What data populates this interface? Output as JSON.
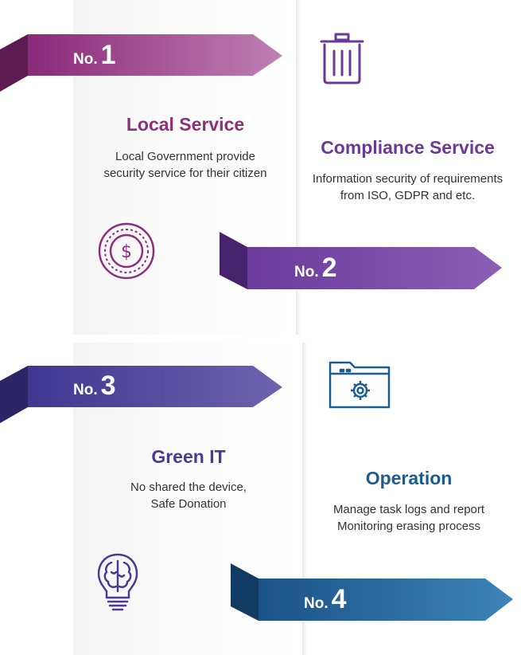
{
  "items": [
    {
      "no": "No.",
      "num": "1",
      "title": "Local Service",
      "desc": [
        "Local Government provide",
        "security service for their citizen"
      ],
      "icon": "dollar-coin-icon",
      "color": "#8e2f7a"
    },
    {
      "no": "No.",
      "num": "2",
      "title": "Compliance Service",
      "desc": [
        "Information security of requirements",
        "from ISO, GDPR and etc."
      ],
      "icon": "trash-bin-icon",
      "color": "#6a3a96"
    },
    {
      "no": "No.",
      "num": "3",
      "title": "Green IT",
      "desc": [
        "No shared the device,",
        "Safe Donation"
      ],
      "icon": "brain-bulb-icon",
      "color": "#4b3a94"
    },
    {
      "no": "No.",
      "num": "4",
      "title": "Operation",
      "desc": [
        "Manage task logs and report",
        "Monitoring erasing process"
      ],
      "icon": "folder-gear-icon",
      "color": "#1c5c8e"
    }
  ]
}
